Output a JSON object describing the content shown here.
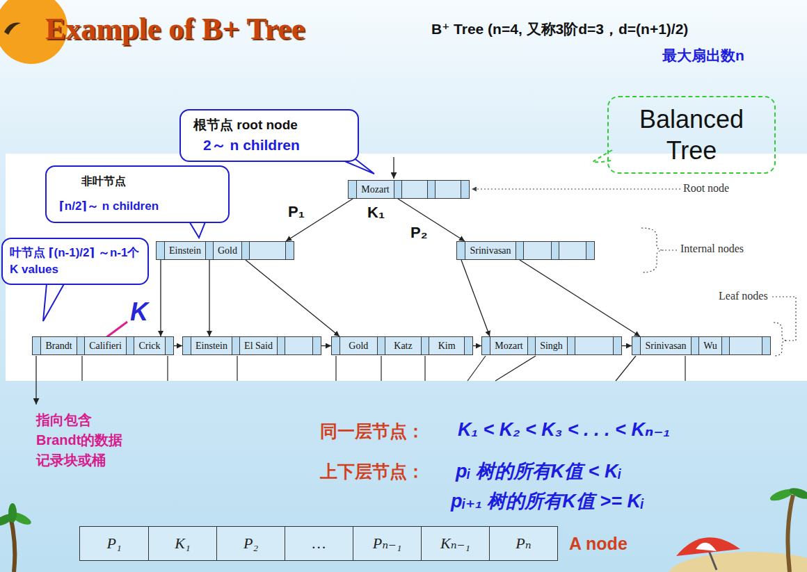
{
  "diagram": {
    "title": "Example of B+ Tree",
    "nodes": [
      {
        "text": [
          "根节点 root node",
          "2～ n children"
        ]
      },
      {
        "text": [
          "Balanced Tree"
        ]
      },
      {
        "text": [
          "非叶节点",
          "⌈n/2⌉～ n children"
        ]
      },
      {
        "text": [
          "Mozart"
        ]
      },
      {
        "text": [
          "叶节点 ⌈(n-1)/2⌉ ～n-1个 K values"
        ]
      },
      {
        "text": [
          "Einstein",
          "Gold"
        ]
      },
      {
        "text": [
          "Srinivasan"
        ]
      },
      {
        "text": [
          "Brandt",
          "Califieri",
          "Crick"
        ]
      },
      {
        "text": [
          "Einstein",
          "El Said"
        ]
      },
      {
        "text": [
          "Gold",
          "Katz",
          "Kim"
        ]
      },
      {
        "text": [
          "Mozart",
          "Singh"
        ]
      },
      {
        "text": [
          "Srinivasan",
          "Wu"
        ]
      },
      {
        "text": [
          "P₁",
          "K₁",
          "P₂",
          "…",
          "Pₙ₋₁",
          "Kₙ₋₁",
          "Pₙ"
        ]
      }
    ],
    "edges": [
      {
        "from": 3,
        "to": 5,
        "arrow": "to"
      },
      {
        "from": 3,
        "to": 6,
        "arrow": "to"
      },
      {
        "from": 5,
        "to": 7,
        "arrow": "to"
      },
      {
        "from": 5,
        "to": 8,
        "arrow": "to"
      },
      {
        "from": 5,
        "to": 9,
        "arrow": "to"
      },
      {
        "from": 6,
        "to": 10,
        "arrow": "to"
      },
      {
        "from": 6,
        "to": 11,
        "arrow": "to"
      },
      {
        "from": 7,
        "to": 8,
        "arrow": "to"
      },
      {
        "from": 8,
        "to": 9,
        "arrow": "to"
      },
      {
        "from": 9,
        "to": 10,
        "arrow": "to"
      },
      {
        "from": 10,
        "to": 11,
        "arrow": "to"
      }
    ],
    "labels": [
      "B⁺ Tree (n=4, 又称3阶d=3，d=(n+1)/2)",
      "最大扇出数n",
      "Root node",
      "P₁",
      "K₁",
      "P₂",
      "Internal nodes",
      "Leaf nodes",
      "K",
      "指向包含 Brandt的数据 记录块或桶",
      "同一层节点：",
      "K₁ < K₂ < K₃ < . . . < Kₙ₋₁",
      "上下层节点：",
      "pᵢ 树的所有K值 < Kᵢ",
      "pᵢ₊₁ 树的所有K值 >= Kᵢ",
      "A node"
    ]
  }
}
